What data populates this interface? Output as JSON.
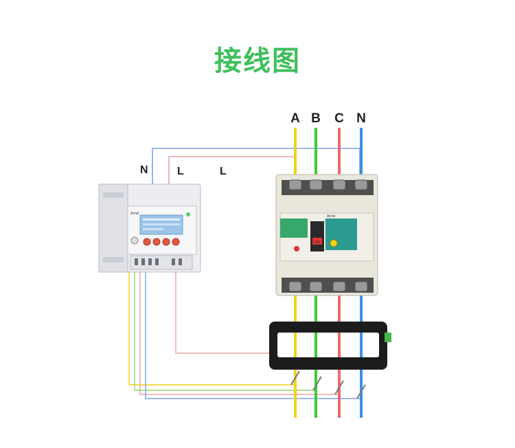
{
  "title": "接线图",
  "phases": [
    {
      "label": "A",
      "color": "#f2d21b"
    },
    {
      "label": "B",
      "color": "#3ccc3a"
    },
    {
      "label": "C",
      "color": "#ea6a6a"
    },
    {
      "label": "N",
      "color": "#3a8fe6"
    }
  ],
  "meter_wire_labels": {
    "n": "N",
    "l1": "L",
    "l2": "L"
  },
  "breaker": {
    "switch_label": "ON",
    "brand": "Acrel"
  },
  "meter": {
    "brand": "Acrel"
  },
  "colors": {
    "title": "#3fbf5a",
    "signal_blue": "#7f9ff0",
    "signal_red": "#e6a3a3",
    "breaker_body": "#e9e6dc",
    "ct_core": "#1c1c1c"
  }
}
